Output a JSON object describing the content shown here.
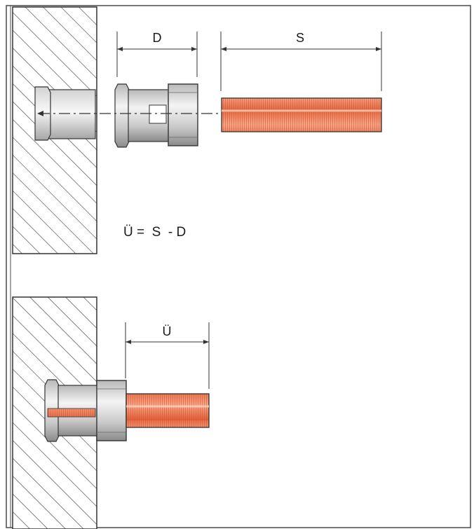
{
  "labels": {
    "d": "D",
    "s": "S",
    "u": "Ü",
    "formula": "Ü =  S  - D"
  },
  "colors": {
    "thread": "#e8734d",
    "thread_highlight": "#f7a989",
    "metal_light": "#e9e9e9",
    "metal_dark": "#8a8a8a",
    "outline": "#2b2b2b"
  }
}
